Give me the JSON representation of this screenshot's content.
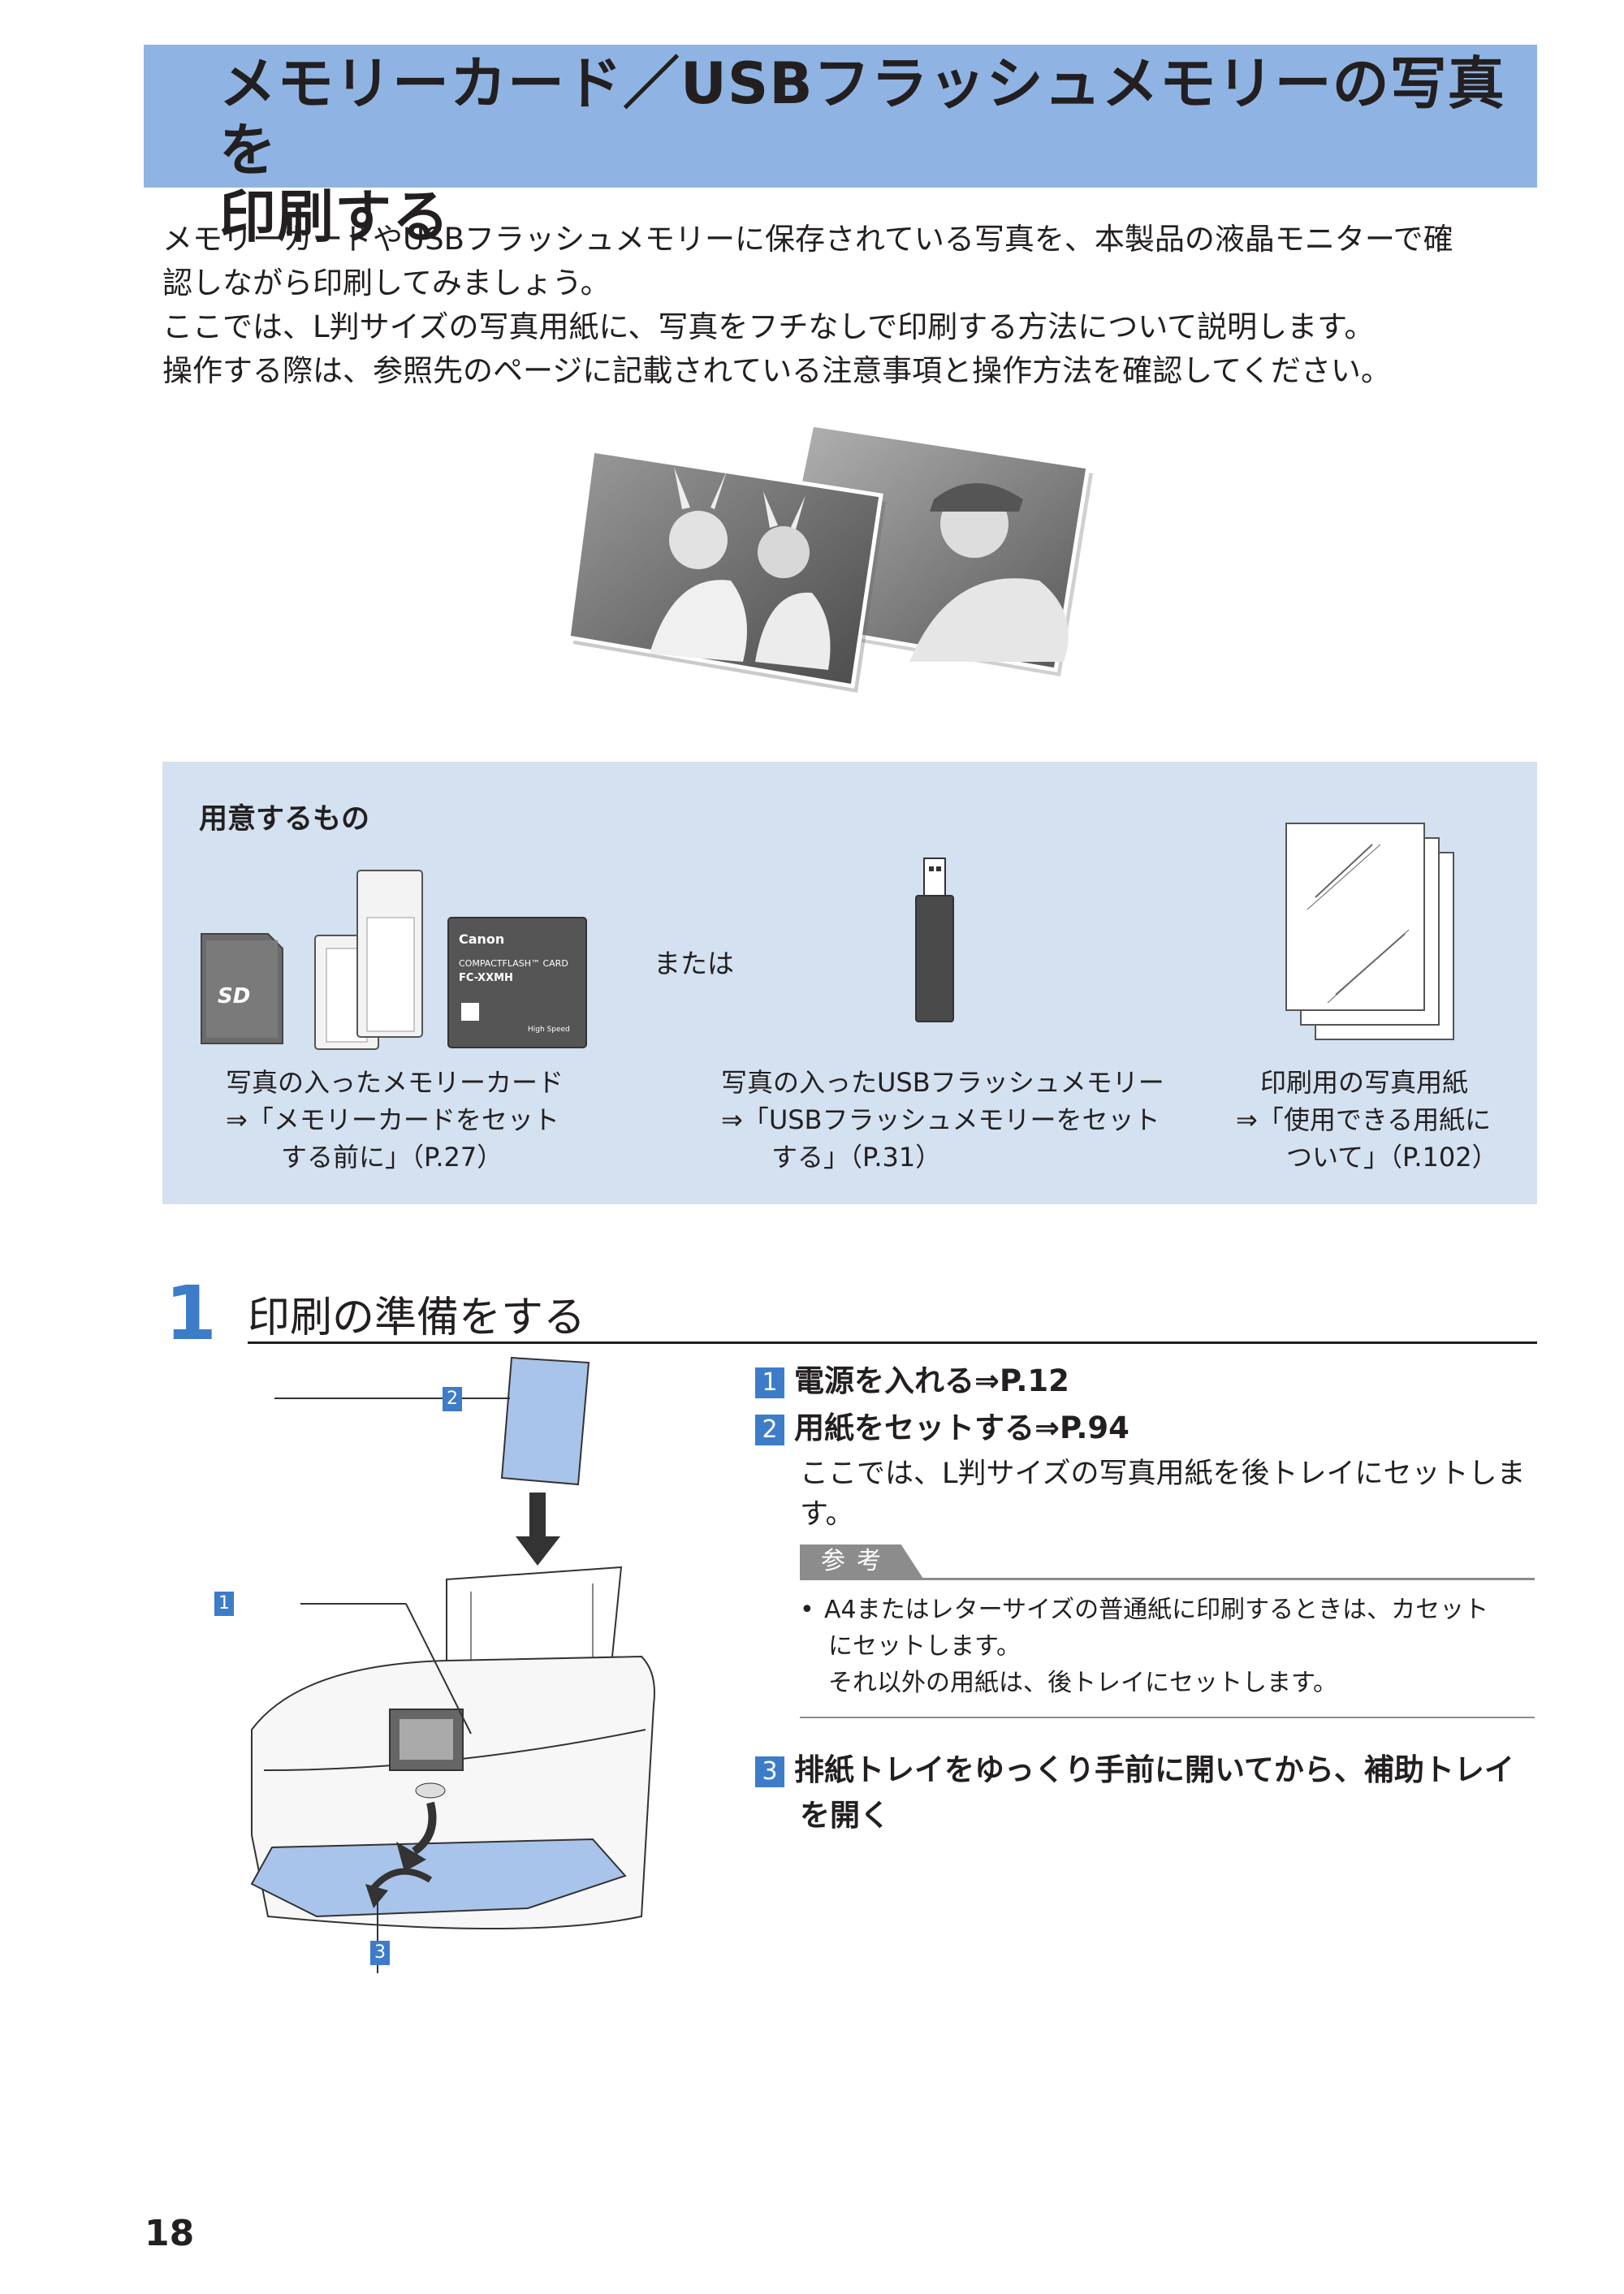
{
  "title": {
    "line1": "メモリーカード／USBフラッシュメモリーの写真を",
    "line2": "印刷する"
  },
  "intro": [
    "メモリーカードやUSBフラッシュメモリーに保存されている写真を、本製品の液晶モニターで確",
    "認しながら印刷してみましょう。",
    "ここでは、L判サイズの写真用紙に、写真をフチなしで印刷する方法について説明します。",
    "操作する際は、参照先のページに記載されている注意事項と操作方法を確認してください。"
  ],
  "prep": {
    "title": "用意するもの",
    "or": "または",
    "card_brand": "Canon",
    "card_type": "COMPACTFLASH™ CARD",
    "card_model": "FC-XXMH",
    "card_speed": "High Speed",
    "items": [
      {
        "line1": "写真の入ったメモリーカード",
        "line2": "⇒「メモリーカードをセット",
        "line3": "する前に」（P.27）"
      },
      {
        "line1": "写真の入ったUSBフラッシュメモリー",
        "line2": "⇒「USBフラッシュメモリーをセット",
        "line3": "する」（P.31）"
      },
      {
        "line1": "印刷用の写真用紙",
        "line2": "⇒「使用できる用紙に",
        "line3": "ついて」（P.102）"
      }
    ]
  },
  "step": {
    "number": "1",
    "title": "印刷の準備をする",
    "items": [
      {
        "num": "1",
        "text": "電源を入れる⇒P.12"
      },
      {
        "num": "2",
        "text": "用紙をセットする⇒P.94",
        "sub": "ここでは、L判サイズの写真用紙を後トレイにセットします。"
      },
      {
        "num": "3",
        "text": "排紙トレイをゆっくり手前に開いてから、補助トレイ",
        "text2": "を開く"
      }
    ],
    "note": {
      "label": "参考",
      "bullet": "•",
      "line1": "A4またはレターサイズの普通紙に印刷するときは、カセット",
      "line2": "にセットします。",
      "line3": "それ以外の用紙は、後トレイにセットします。"
    },
    "callouts": [
      "1",
      "2",
      "3"
    ]
  },
  "page_number": "18",
  "colors": {
    "accent": "#3d7cc9",
    "band": "#8fb4e3",
    "box": "#d3e1f0"
  }
}
